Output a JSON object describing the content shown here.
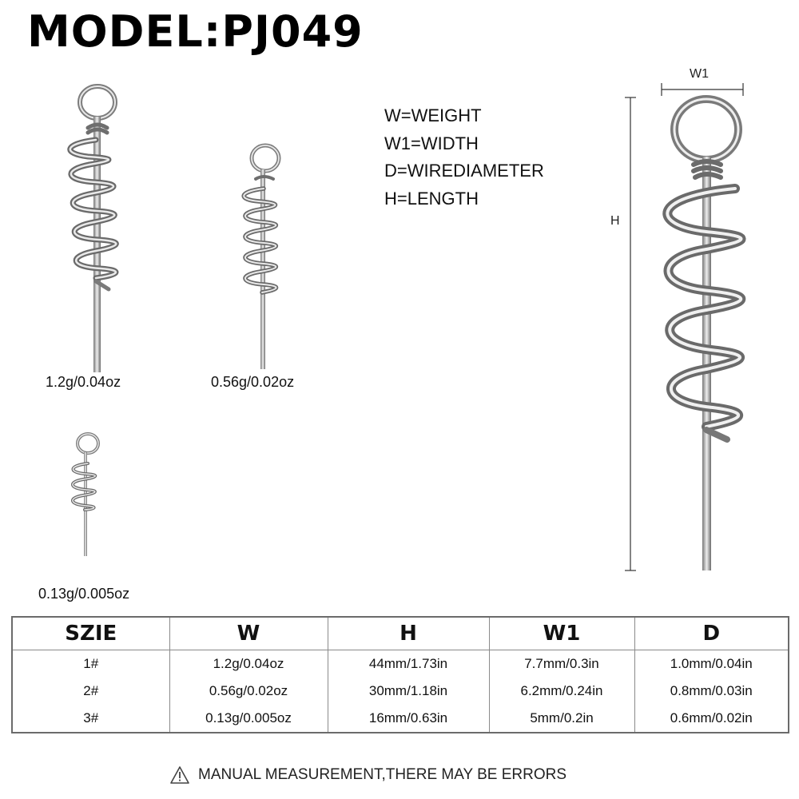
{
  "title": "MODEL:PJ049",
  "legend": [
    "W=WEIGHT",
    "W1=WIDTH",
    "D=WIREDIAMETER",
    "H=LENGTH"
  ],
  "product_captions": {
    "large": "1.2g/0.04oz",
    "medium": "0.56g/0.02oz",
    "small": "0.13g/0.005oz"
  },
  "dimension_labels": {
    "width": "W1",
    "height": "H"
  },
  "table": {
    "headers": [
      "SZIE",
      "W",
      "H",
      "W1",
      "D"
    ],
    "rows": [
      [
        "1#",
        "1.2g/0.04oz",
        "44mm/1.73in",
        "7.7mm/0.3in",
        "1.0mm/0.04in"
      ],
      [
        "2#",
        "0.56g/0.02oz",
        "30mm/1.18in",
        "6.2mm/0.24in",
        "0.8mm/0.03in"
      ],
      [
        "3#",
        "0.13g/0.005oz",
        "16mm/0.63in",
        "5mm/0.2in",
        "0.6mm/0.02in"
      ]
    ]
  },
  "warning": {
    "icon": "warning-triangle-icon",
    "text": "MANUAL MEASUREMENT,THERE MAY BE ERRORS"
  },
  "colors": {
    "metal_light": "#f2f2f2",
    "metal_mid": "#b5b5b5",
    "metal_dark": "#5e5e5e",
    "table_border": "#6b6b6b"
  }
}
